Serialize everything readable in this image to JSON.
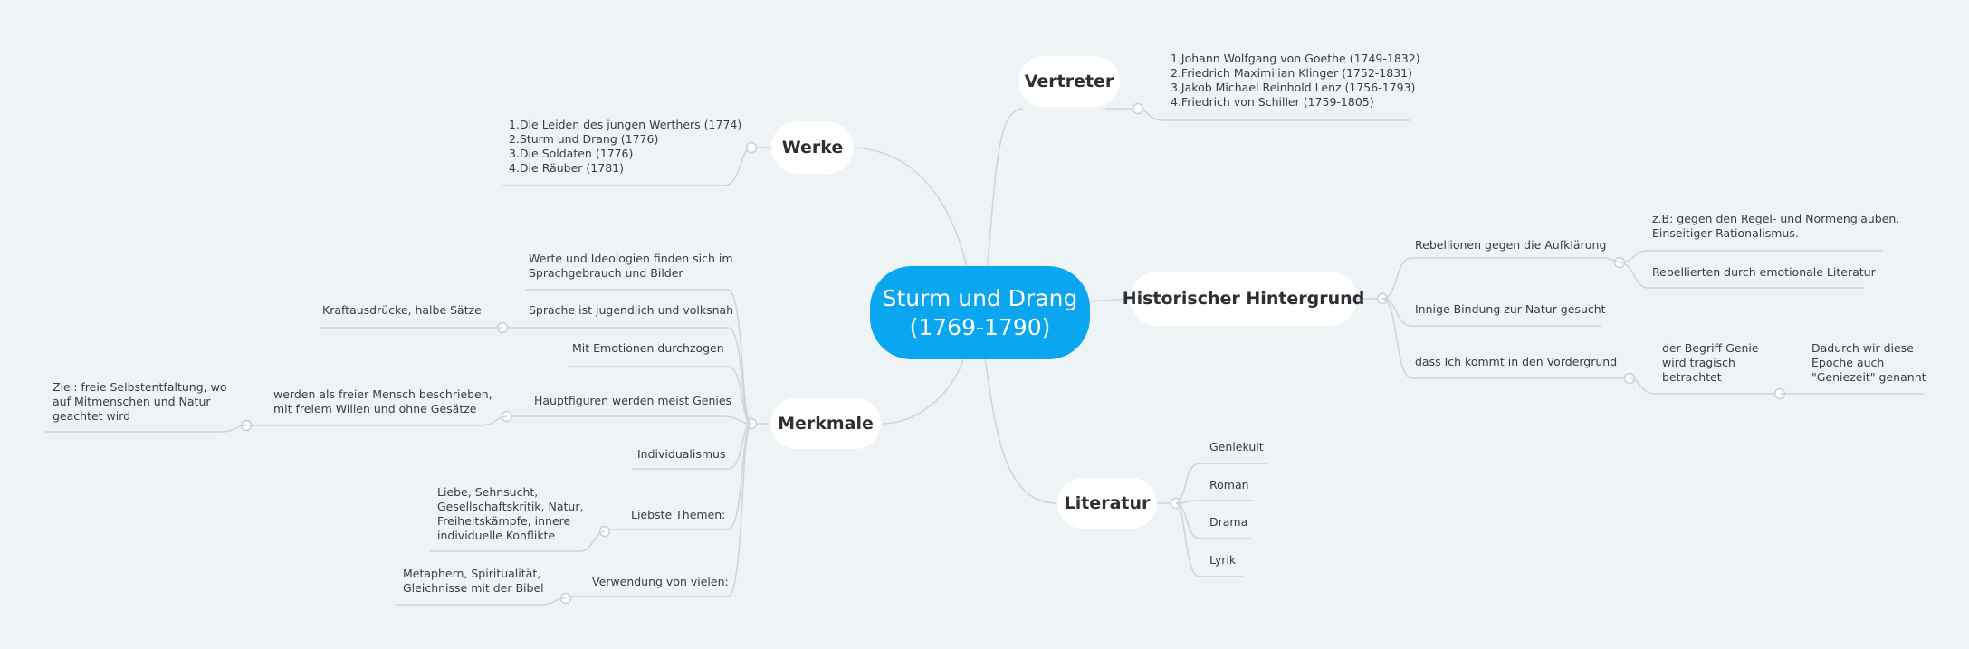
{
  "root": {
    "line1": "Sturm und Drang",
    "line2": "(1769-1790)"
  },
  "colors": {
    "root": "#0aa6f0",
    "background": "#eef3f6",
    "line": "#cfd5d9"
  },
  "branches": {
    "vertreter": {
      "label": "Vertreter",
      "items": [
        "1.Johann Wolfgang von Goethe (1749-1832)",
        "2.Friedrich Maximilian Klinger (1752-1831)",
        "3.Jakob Michael Reinhold Lenz (1756-1793)",
        "4.Friedrich von Schiller (1759-1805)"
      ]
    },
    "werke": {
      "label": "Werke",
      "items": [
        "1.Die Leiden des jungen Werthers (1774)",
        "2.Sturm und Drang (1776)",
        "3.Die Soldaten (1776)",
        "4.Die Räuber (1781)"
      ]
    },
    "historisch": {
      "label": "Historischer Hintergrund",
      "rebellionen": {
        "label": "Rebellionen gegen die Aufklärung",
        "sub1": [
          "z.B: gegen den Regel- und Normenglauben.",
          "Einseitiger Rationalismus."
        ],
        "sub2": "Rebellierten durch emotionale Literatur"
      },
      "natur": "Innige Bindung zur Natur gesucht",
      "ich": {
        "label": "dass Ich kommt in den Vordergrund",
        "genie": [
          "der Begriff Genie",
          "wird tragisch",
          "betrachtet"
        ],
        "geniezeit": [
          "Dadurch wir diese",
          "Epoche auch",
          "\"Geniezeit\" genannt"
        ]
      }
    },
    "literatur": {
      "label": "Literatur",
      "items": [
        "Geniekult",
        "Roman",
        "Drama",
        "Lyrik"
      ]
    },
    "merkmale": {
      "label": "Merkmale",
      "werte": [
        "Werte und Ideologien finden sich im",
        "Sprachgebrauch und Bilder"
      ],
      "sprache": {
        "label": "Sprache ist jugendlich und volksnah",
        "sub": "Kraftausdrücke, halbe Sätze"
      },
      "emotionen": "Mit  Emotionen durchzogen",
      "hauptfiguren": {
        "label": "Hauptfiguren werden meist Genies",
        "sub": [
          "werden als freier Mensch beschrieben,",
          "mit freiem Willen und ohne Gesätze"
        ],
        "subsub": [
          "Ziel: freie Selbstentfaltung, wo",
          "auf Mitmenschen und Natur",
          "geachtet wird"
        ]
      },
      "individualismus": "Individualismus",
      "themen": {
        "label": "Liebste Themen:",
        "sub": [
          "Liebe, Sehnsucht,",
          "Gesellschaftskritik, Natur,",
          "Freiheitskämpfe, innere",
          "individuelle Konflikte"
        ]
      },
      "verwendung": {
        "label": "Verwendung von vielen:",
        "sub": [
          "Metaphern, Spiritualität,",
          "Gleichnisse mit der Bibel"
        ]
      }
    }
  }
}
